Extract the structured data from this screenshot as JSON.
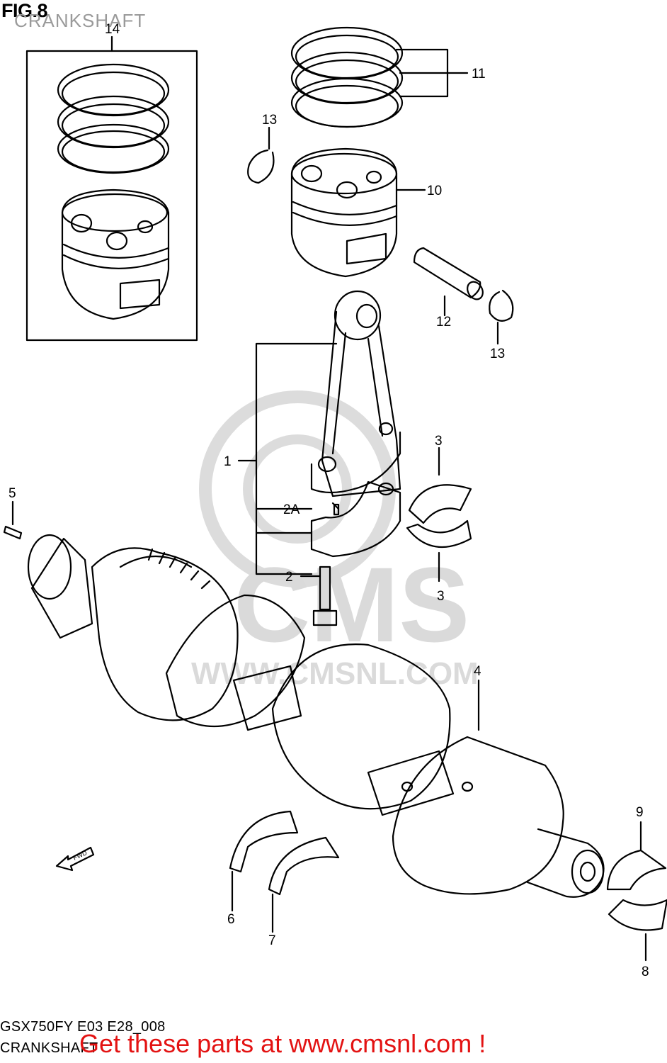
{
  "figure": {
    "label": "FIG.8",
    "subtitle": "CRANKSHAFT"
  },
  "callouts": [
    {
      "id": "part-1",
      "number": "1"
    },
    {
      "id": "part-2",
      "number": "2"
    },
    {
      "id": "part-2a",
      "number": "2A"
    },
    {
      "id": "part-3-upper",
      "number": "3"
    },
    {
      "id": "part-3-lower",
      "number": "3"
    },
    {
      "id": "part-4",
      "number": "4"
    },
    {
      "id": "part-5",
      "number": "5"
    },
    {
      "id": "part-6",
      "number": "6"
    },
    {
      "id": "part-7",
      "number": "7"
    },
    {
      "id": "part-8",
      "number": "8"
    },
    {
      "id": "part-9",
      "number": "9"
    },
    {
      "id": "part-10",
      "number": "10"
    },
    {
      "id": "part-11",
      "number": "11"
    },
    {
      "id": "part-12",
      "number": "12"
    },
    {
      "id": "part-13-upper",
      "number": "13"
    },
    {
      "id": "part-13-lower",
      "number": "13"
    },
    {
      "id": "part-14",
      "number": "14"
    }
  ],
  "direction_arrow": {
    "label": "FWD"
  },
  "watermark": {
    "brand": "CMS",
    "url": "WWW.CMSNL.COM"
  },
  "footer": {
    "model_code": "GSX750FY E03 E28_008",
    "name": "CRANKSHAFT",
    "promo": "Get these parts at www.cmsnl.com !"
  }
}
